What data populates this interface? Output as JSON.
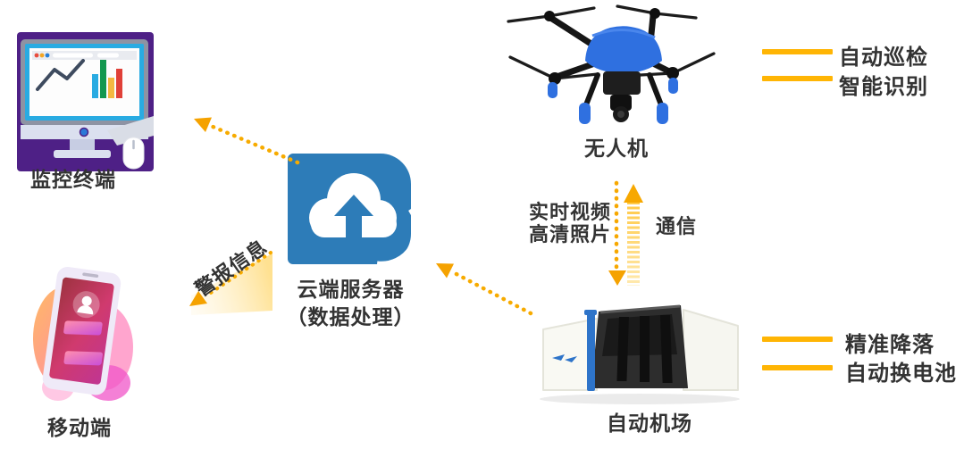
{
  "nodes": {
    "monitor": {
      "label": "监控终端"
    },
    "mobile": {
      "label": "移动端"
    },
    "cloud": {
      "label": "云端服务器",
      "sublabel": "（数据处理）"
    },
    "drone": {
      "label": "无人机"
    },
    "dock": {
      "label": "自动机场"
    }
  },
  "edges": {
    "downlink": {
      "line1": "实时视频",
      "line2": "高清照片"
    },
    "uplink": {
      "label": "通信"
    },
    "alarm": {
      "label": "警报信息"
    }
  },
  "callouts": {
    "drone_features": [
      "自动巡检",
      "智能识别"
    ],
    "dock_features": [
      "精准降落",
      "自动换电池"
    ]
  },
  "colors": {
    "accent_yellow": "#ffb504",
    "accent_orange": "#f5a700",
    "cloud_blue": "#2d7cb8",
    "monitor_purple": "#4e2086",
    "drone_blue": "#2f70e0",
    "dock_blue": "#2e74c9",
    "text": "#333333"
  }
}
